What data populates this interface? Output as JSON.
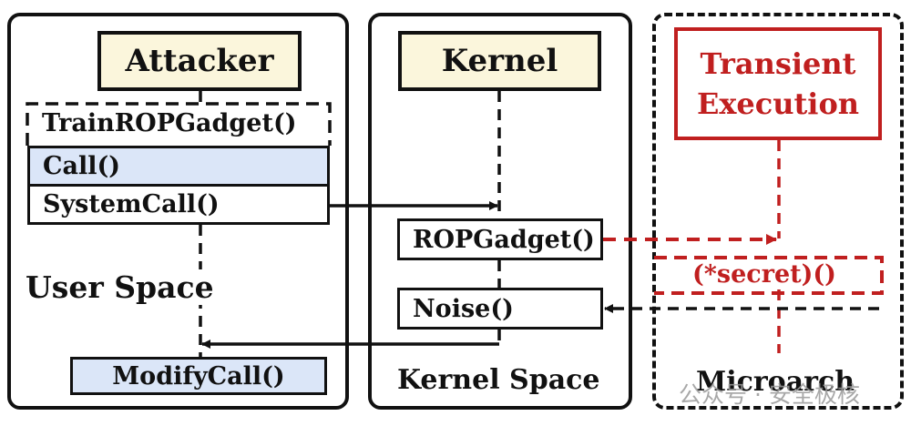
{
  "user_panel": {
    "actor": "Attacker",
    "group_title": "TrainROPGadget()",
    "call": "Call()",
    "system_call": "SystemCall()",
    "space_label": "User Space",
    "modify_call": "ModifyCall()"
  },
  "kernel_panel": {
    "actor": "Kernel",
    "rop_gadget": "ROPGadget()",
    "noise": "Noise()",
    "space_label": "Kernel Space"
  },
  "micro_panel": {
    "actor_line1": "Transient",
    "actor_line2": "Execution",
    "secret": "(*secret)()",
    "space_label": "Microarch"
  },
  "watermark": "公众号 · 安全极核",
  "colors": {
    "black": "#111111",
    "red": "#c01f1f",
    "actor_fill": "#fbf6dc",
    "call_fill": "#dbe6f8"
  }
}
